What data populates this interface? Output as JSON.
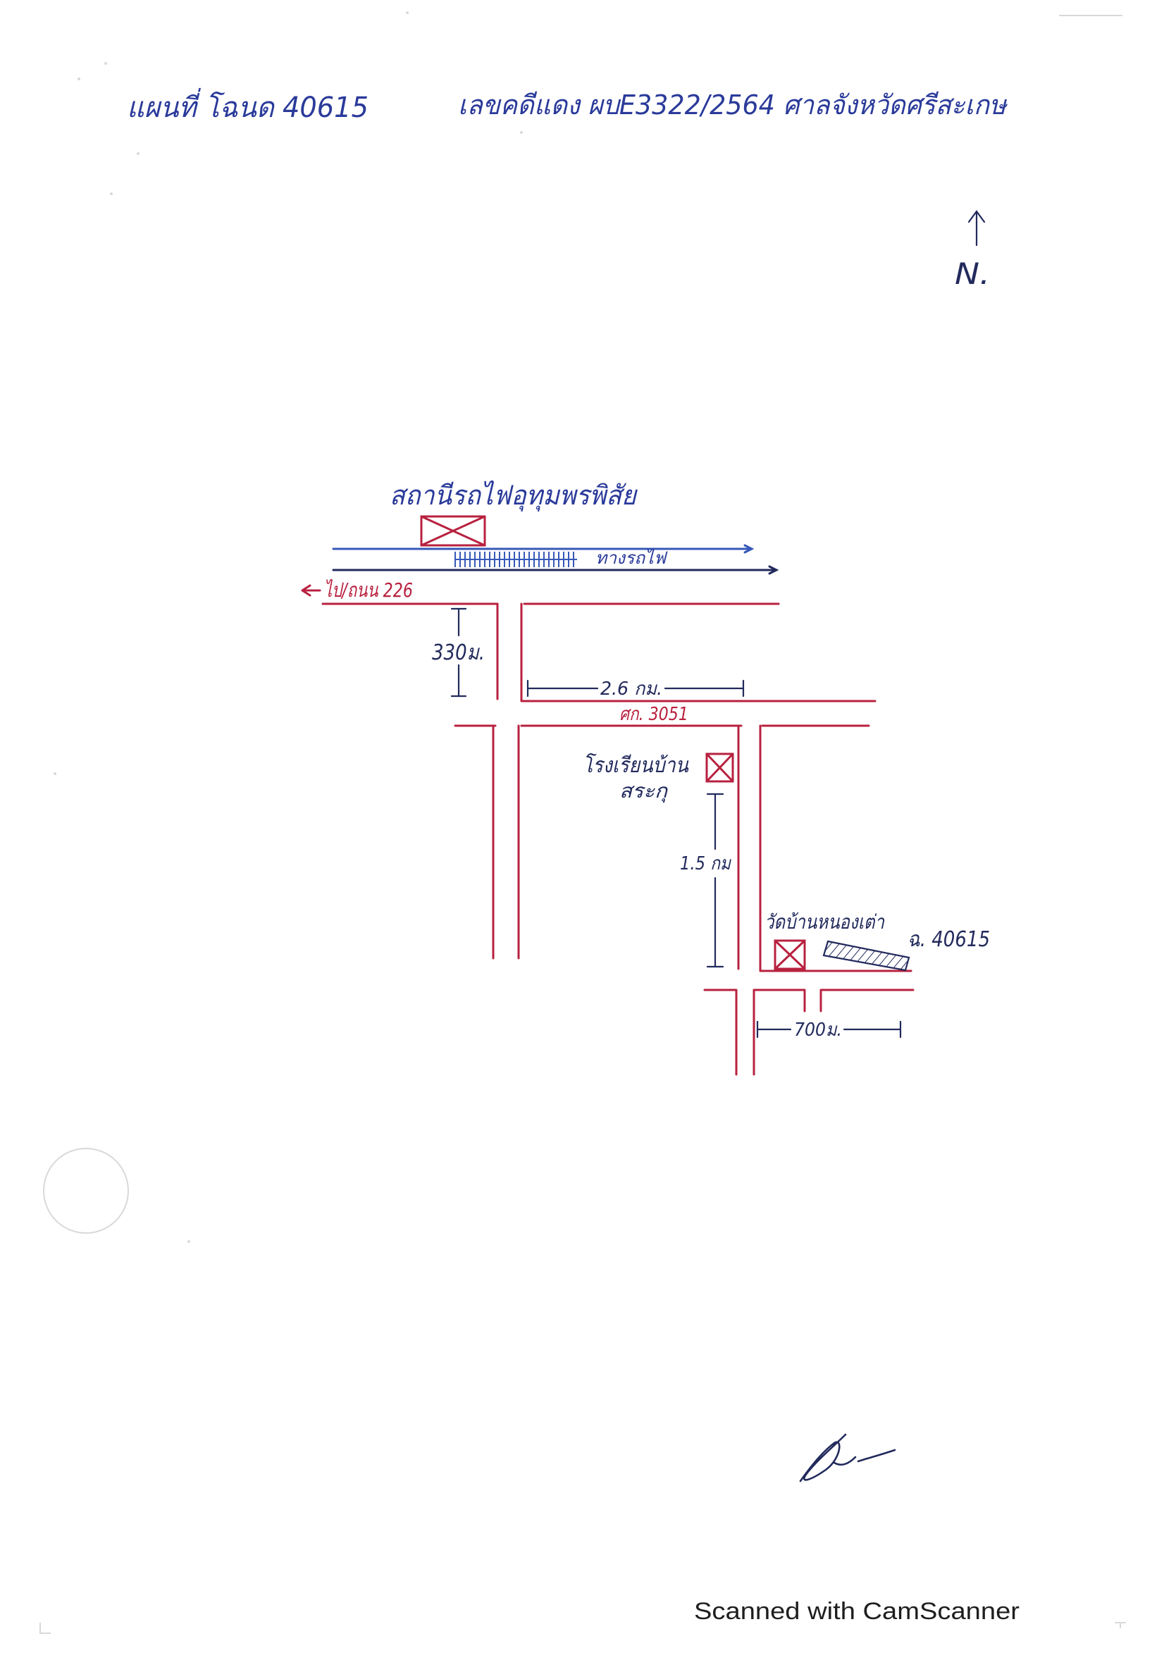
{
  "document": {
    "title": "แผนที่ โฉนด 40615",
    "case_reference": "เลขคดีแดง ผบE3322/2564 ศาลจังหวัดศรีสะเกษ",
    "north_label": "N."
  },
  "map": {
    "railway": {
      "station_name": "สถานีรถไฟอุทุมพรพิสัย",
      "track_label": "ทางรถไฟ"
    },
    "roads": {
      "to_highway_label": "ไป/ถนน 226",
      "local_road_label": "ศก. 3051"
    },
    "landmarks": {
      "school_name_line1": "โรงเรียนบ้าน",
      "school_name_line2": "สระกุ",
      "temple_name": "วัดบ้านหนองเต่า",
      "parcel_label": "ฉ. 40615"
    },
    "distances": {
      "spur_north": "330ม.",
      "along_road_3051": "2.6 กม.",
      "school_to_temple": "1.5 กม",
      "temple_to_parcel": "700ม."
    }
  },
  "footer": {
    "scanner_watermark": "Scanned with CamScanner"
  },
  "icons": {
    "north": "north-arrow-icon",
    "direction": "left-arrow-icon",
    "station": "station-marker-icon",
    "school": "school-marker-icon",
    "temple": "temple-marker-icon",
    "parcel": "hatched-parcel-icon"
  },
  "colors": {
    "paper": "#ffffff",
    "ink_blue": "#2a3a9a",
    "navy_ink": "#222a5c",
    "road_red": "#b8213f",
    "rail_blue": "#3658b8",
    "footer_text": "#1e1e1e",
    "artifact_gray": "#d9d9d9"
  }
}
